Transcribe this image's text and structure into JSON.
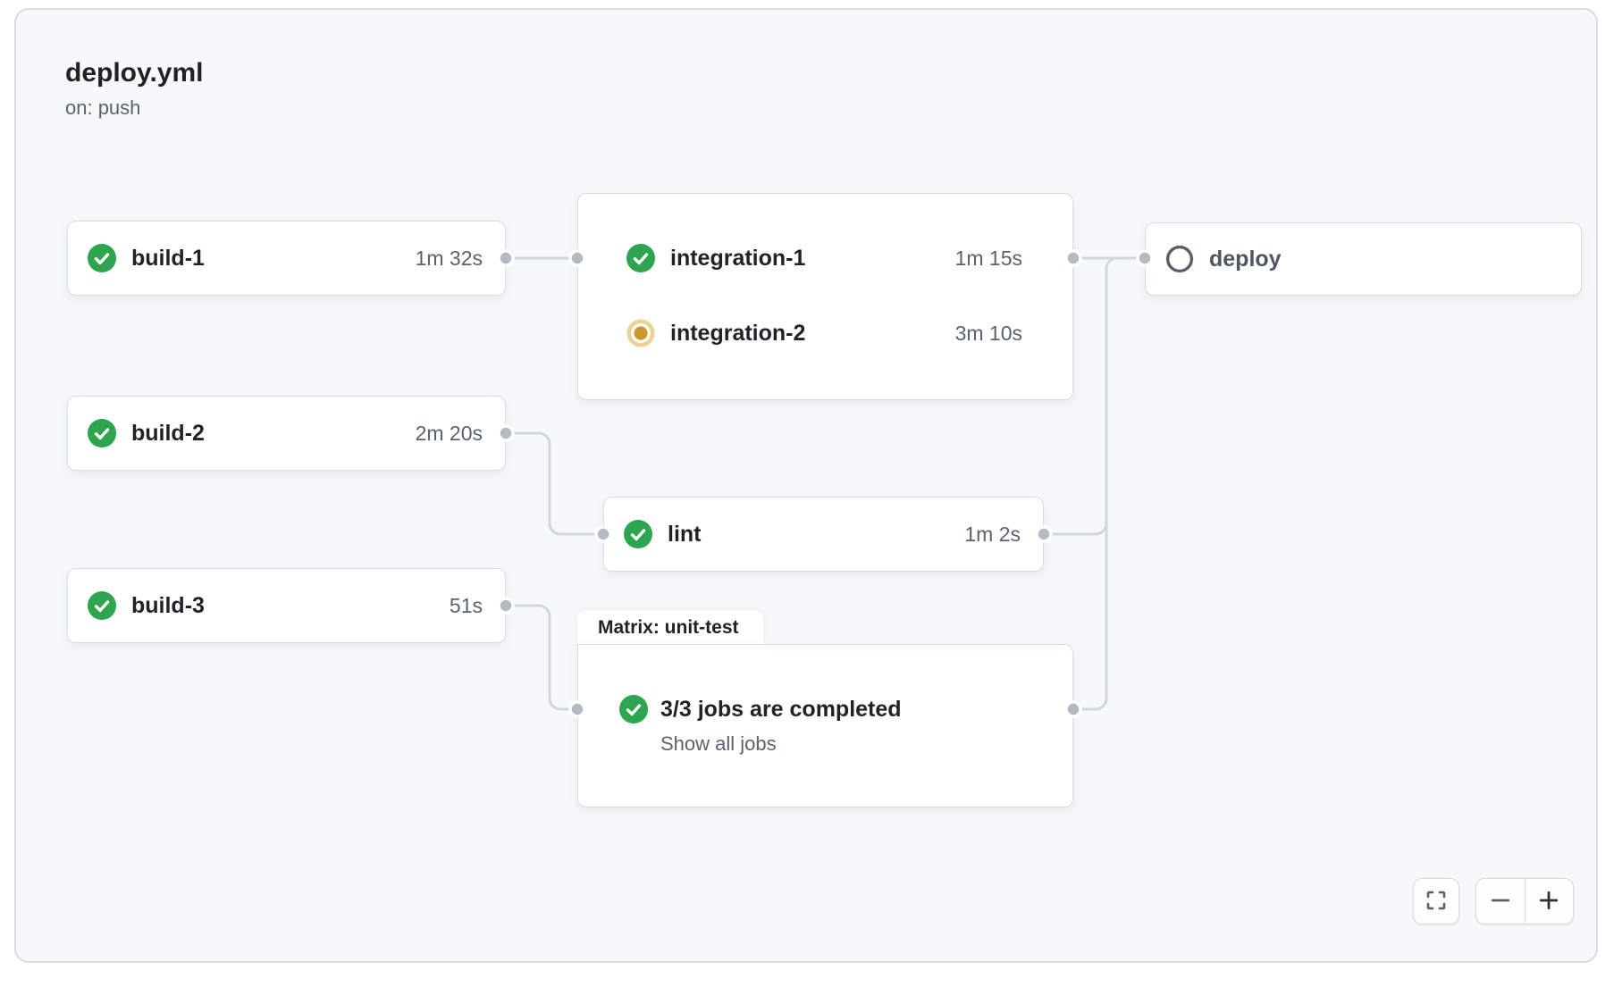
{
  "workflow": {
    "title": "deploy.yml",
    "trigger": "on: push"
  },
  "jobs": {
    "build_1": {
      "label": "build-1",
      "duration": "1m 32s",
      "status": "success",
      "status_icon": "check-circle-icon"
    },
    "build_2": {
      "label": "build-2",
      "duration": "2m 20s",
      "status": "success",
      "status_icon": "check-circle-icon"
    },
    "build_3": {
      "label": "build-3",
      "duration": "51s",
      "status": "success",
      "status_icon": "check-circle-icon"
    },
    "integration_1": {
      "label": "integration-1",
      "duration": "1m 15s",
      "status": "success",
      "status_icon": "check-circle-icon"
    },
    "integration_2": {
      "label": "integration-2",
      "duration": "3m 10s",
      "status": "in_progress",
      "status_icon": "in-progress-dot-icon"
    },
    "lint": {
      "label": "lint",
      "duration": "1m 2s",
      "status": "success",
      "status_icon": "check-circle-icon"
    },
    "matrix": {
      "tab_label": "Matrix: unit-test",
      "summary": "3/3 jobs are completed",
      "link_label": "Show all jobs",
      "status": "success",
      "status_icon": "check-circle-icon"
    },
    "deploy": {
      "label": "deploy",
      "status": "pending",
      "status_icon": "pending-circle-icon"
    }
  },
  "controls": {
    "fullscreen_icon": "fullscreen-icon",
    "zoom_out_icon": "minus-icon",
    "zoom_in_icon": "plus-icon"
  },
  "colors": {
    "success_green": "#2da44e",
    "in_progress_gold": "#bf8700",
    "pending_gray": "#4d5761",
    "connector_gray": "#d0d7de",
    "dot_gray": "#b3bac4",
    "canvas_bg": "#f6f8fa",
    "card_bg": "#ffffff",
    "muted_text": "#59636e",
    "primary_text": "#1f2328"
  }
}
